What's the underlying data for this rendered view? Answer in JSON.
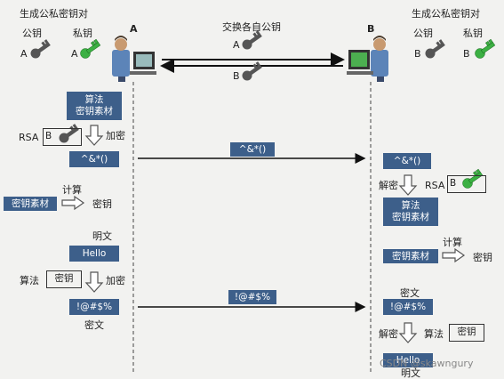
{
  "top": {
    "left_title": "生成公私密钥对",
    "right_title": "生成公私密钥对",
    "exchange_title": "交换各自公钥",
    "A_label": "A",
    "B_label": "B",
    "public_key": "公钥",
    "private_key": "私钥",
    "key_A": "A",
    "key_B": "B"
  },
  "left_flow": {
    "algo_box": [
      "算法",
      "密钥素材"
    ],
    "rsa": "RSA",
    "rsa_key": "B",
    "encrypt_1": "加密",
    "cipher_1": "^&*()",
    "compute": "计算",
    "material_box": "密钥素材",
    "secret_key": "密钥",
    "plaintext_label": "明文",
    "plaintext": "Hello",
    "algorithm": "算法",
    "key_bracket": "密钥",
    "encrypt_2": "加密",
    "cipher_2": "!@#$%",
    "ciphertext_label": "密文"
  },
  "middle": {
    "msg_1": "^&*()",
    "msg_2": "!@#$%"
  },
  "right_flow": {
    "cipher_1": "^&*()",
    "decrypt_1": "解密",
    "rsa": "RSA",
    "rsa_key": "B",
    "algo_box": [
      "算法",
      "密钥素材"
    ],
    "compute": "计算",
    "material_box": "密钥素材",
    "secret_key": "密钥",
    "ciphertext_label": "密文",
    "cipher_2": "!@#$%",
    "decrypt_2": "解密",
    "algorithm": "算法",
    "key_bracket": "密钥",
    "plaintext": "Hello",
    "plaintext_label": "明文"
  },
  "watermark": "CSDN @skawngury",
  "colors": {
    "box": "#3d5f8a",
    "public_key": "#555555",
    "private_key": "#3cb043",
    "arrow": "#111111"
  }
}
